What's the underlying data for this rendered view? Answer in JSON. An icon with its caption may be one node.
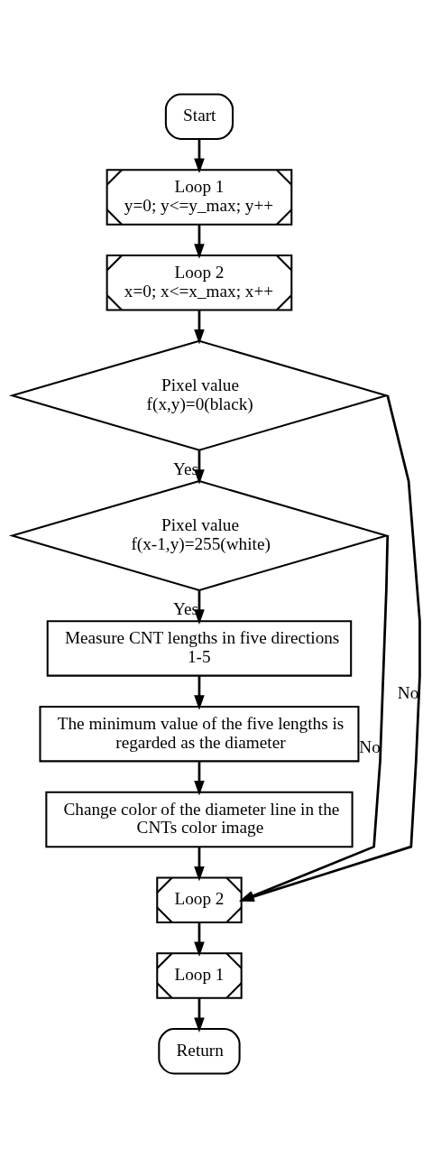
{
  "diagram": {
    "nodes": [
      {
        "text": [
          "Start"
        ]
      },
      {
        "text": [
          "Loop 1",
          "y=0; y<=y_max; y++"
        ]
      },
      {
        "text": [
          "Loop 2",
          "x=0; x<=x_max; x++"
        ]
      },
      {
        "text": [
          "Pixel value",
          "f(x,y)=0(black)"
        ]
      },
      {
        "text": [
          "Pixel value",
          "f(x-1,y)=255(white)"
        ]
      },
      {
        "text": [
          "Measure CNT lengths in five directions 1-5"
        ]
      },
      {
        "text": [
          "The minimum value of the five lengths is regarded as the diameter"
        ]
      },
      {
        "text": [
          "Change color of the diameter line in the CNTs color image"
        ]
      },
      {
        "text": [
          "Loop 2"
        ]
      },
      {
        "text": [
          "Loop 1"
        ]
      },
      {
        "text": [
          "Return"
        ]
      }
    ],
    "edges": [
      {
        "from": 0,
        "to": 1,
        "arrow": "to"
      },
      {
        "from": 1,
        "to": 2,
        "arrow": "to"
      },
      {
        "from": 2,
        "to": 3,
        "arrow": "to"
      },
      {
        "from": 3,
        "to": 4,
        "arrow": "to",
        "label": "Yes"
      },
      {
        "from": 3,
        "to": 8,
        "arrow": "to",
        "label": "No"
      },
      {
        "from": 4,
        "to": 5,
        "arrow": "to",
        "label": "Yes"
      },
      {
        "from": 4,
        "to": 8,
        "arrow": "to",
        "label": "No"
      },
      {
        "from": 5,
        "to": 6,
        "arrow": "to"
      },
      {
        "from": 6,
        "to": 7,
        "arrow": "to"
      },
      {
        "from": 7,
        "to": 8,
        "arrow": "to"
      },
      {
        "from": 8,
        "to": 9,
        "arrow": "to"
      },
      {
        "from": 9,
        "to": 10,
        "arrow": "to"
      }
    ]
  }
}
